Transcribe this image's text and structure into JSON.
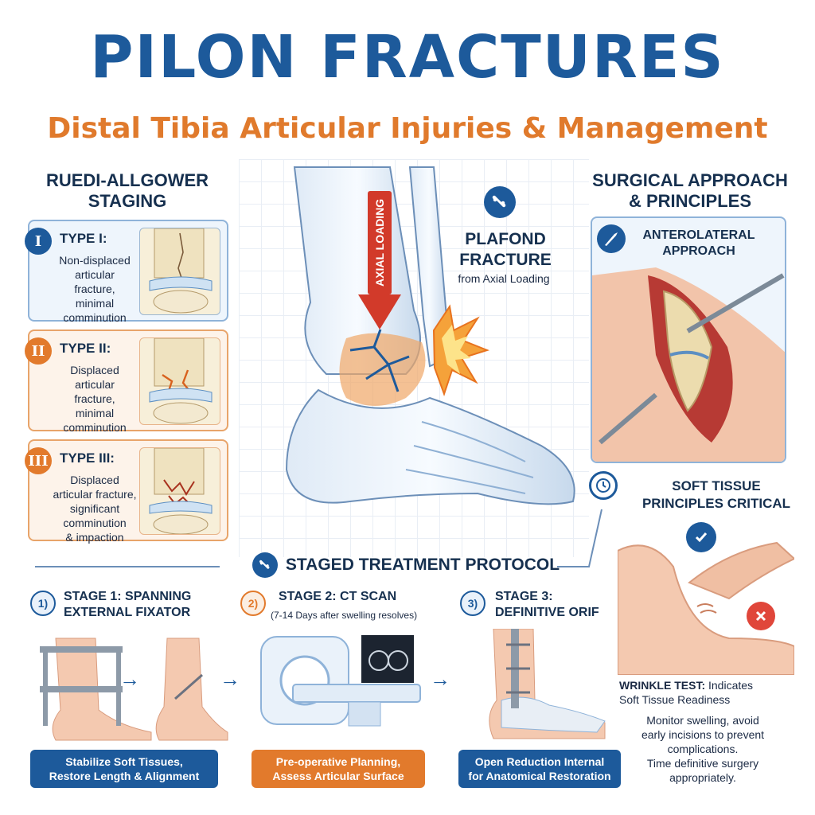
{
  "header": {
    "title": "PILON FRACTURES",
    "subtitle": "Distal Tibia Articular Injuries & Management"
  },
  "staging": {
    "heading_line1": "RUEDI-ALLGOWER",
    "heading_line2": "STAGING",
    "types": [
      {
        "numeral": "I",
        "label": "TYPE I:",
        "desc_lines": [
          "Non-displaced",
          "articular",
          "fracture,",
          "minimal",
          "comminution"
        ]
      },
      {
        "numeral": "II",
        "label": "TYPE II:",
        "desc_lines": [
          "Displaced",
          "articular",
          "fracture,",
          "minimal",
          "comminution"
        ]
      },
      {
        "numeral": "III",
        "label": "TYPE III:",
        "desc_lines": [
          "Displaced",
          "articular fracture,",
          "significant",
          "comminution",
          "& impaction"
        ]
      }
    ]
  },
  "center": {
    "axial_label": "AXIAL LOADING",
    "plafond_line1": "PLAFOND",
    "plafond_line2": "FRACTURE",
    "plafond_sub": "from Axial Loading"
  },
  "surgical": {
    "heading_line1": "SURGICAL APPROACH",
    "heading_line2": "& PRINCIPLES",
    "approach_line1": "ANTEROLATERAL",
    "approach_line2": "APPROACH"
  },
  "soft_tissue": {
    "heading_line1": "SOFT TISSUE",
    "heading_line2": "PRINCIPLES CRITICAL",
    "wrinkle_bold": "WRINKLE TEST:",
    "wrinkle_text": " Indicates",
    "wrinkle_line2": "Soft Tissue Readiness",
    "monitor_lines": [
      "Monitor swelling, avoid",
      "early incisions to prevent",
      "complications.",
      "Time definitive surgery",
      "appropriately."
    ]
  },
  "protocol": {
    "title": "STAGED TREATMENT PROTOCOL",
    "steps": [
      {
        "num": "1)",
        "title_line1": "STAGE 1: SPANNING",
        "title_line2": "EXTERNAL FIXATOR",
        "sub": "",
        "pill_line1": "Stabilize Soft Tissues,",
        "pill_line2": "Restore Length & Alignment"
      },
      {
        "num": "2)",
        "title_line1": "STAGE 2: CT SCAN",
        "title_line2": "",
        "sub": "(7-14 Days after swelling resolves)",
        "pill_line1": "Pre-operative Planning,",
        "pill_line2": "Assess Articular Surface"
      },
      {
        "num": "3)",
        "title_line1": "STAGE 3:",
        "title_line2": "DEFINITIVE ORIF",
        "sub": "",
        "pill_line1": "Open Reduction Internal",
        "pill_line2": "for Anatomical Restoration"
      }
    ]
  },
  "colors": {
    "brand_blue": "#1d5a9b",
    "accent_orange": "#e27a2c",
    "bone": "#f1e6c8",
    "skin": "#f4c9b0",
    "alert_red": "#e0463a"
  },
  "icons": [
    "bone-icon",
    "scalpel-icon",
    "clock-icon",
    "check-icon",
    "x-icon",
    "ct-scanner-icon"
  ]
}
